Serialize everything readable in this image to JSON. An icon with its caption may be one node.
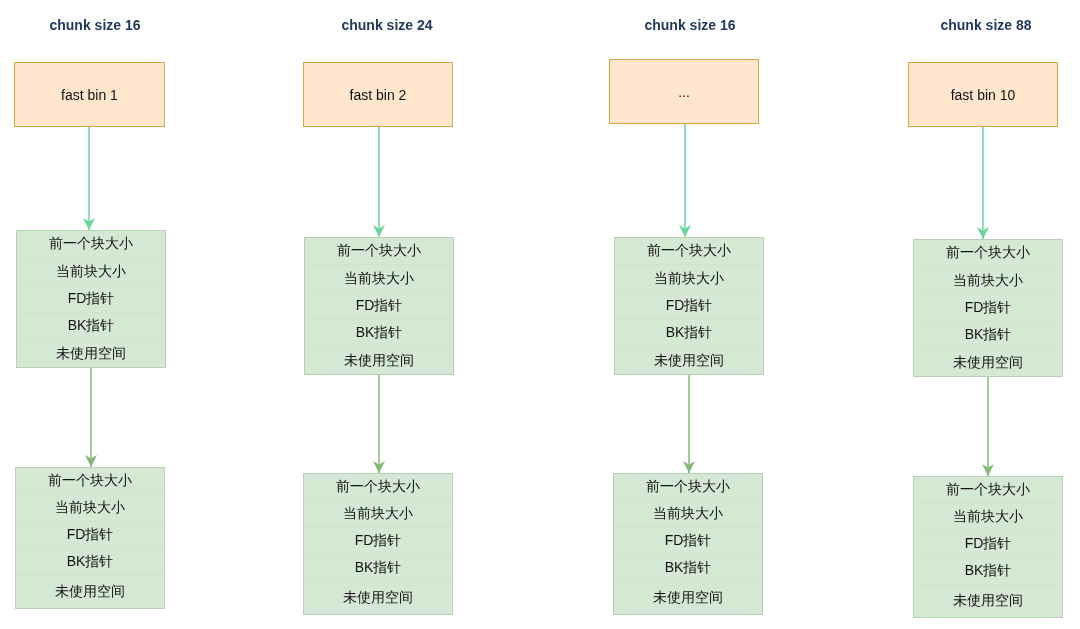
{
  "diagram": {
    "nodes": [
      {
        "text": [
          "fast bin 1"
        ],
        "beside": [
          "chunk size 16"
        ]
      },
      {
        "text": [
          "前一个块大小",
          "当前块大小",
          "FD指针",
          "BK指针",
          "未使用空间"
        ]
      },
      {
        "text": [
          "前一个块大小",
          "当前块大小",
          "FD指针",
          "BK指针",
          "未使用空间"
        ]
      },
      {
        "text": [
          "fast bin 2"
        ],
        "beside": [
          "chunk size 24"
        ]
      },
      {
        "text": [
          "前一个块大小",
          "当前块大小",
          "FD指针",
          "BK指针",
          "未使用空间"
        ]
      },
      {
        "text": [
          "前一个块大小",
          "当前块大小",
          "FD指针",
          "BK指针",
          "未使用空间"
        ]
      },
      {
        "text": [
          "..."
        ],
        "beside": [
          "chunk size 16"
        ]
      },
      {
        "text": [
          "前一个块大小",
          "当前块大小",
          "FD指针",
          "BK指针",
          "未使用空间"
        ]
      },
      {
        "text": [
          "前一个块大小",
          "当前块大小",
          "FD指针",
          "BK指针",
          "未使用空间"
        ]
      },
      {
        "text": [
          "fast bin 10"
        ],
        "beside": [
          "chunk size 88"
        ]
      },
      {
        "text": [
          "前一个块大小",
          "当前块大小",
          "FD指针",
          "BK指针",
          "未使用空间"
        ]
      },
      {
        "text": [
          "前一个块大小",
          "当前块大小",
          "FD指针",
          "BK指针",
          "未使用空间"
        ]
      }
    ],
    "edges": [
      {
        "from": 0,
        "to": 1,
        "arrow": "to",
        "color": "#6cd69a"
      },
      {
        "from": 1,
        "to": 2,
        "arrow": "to",
        "color": "#88b878"
      },
      {
        "from": 3,
        "to": 4,
        "arrow": "to",
        "color": "#6cd69a"
      },
      {
        "from": 4,
        "to": 5,
        "arrow": "to",
        "color": "#88b878"
      },
      {
        "from": 6,
        "to": 7,
        "arrow": "to",
        "color": "#6cd69a"
      },
      {
        "from": 7,
        "to": 8,
        "arrow": "to",
        "color": "#88b878"
      },
      {
        "from": 9,
        "to": 10,
        "arrow": "to",
        "color": "#6cd69a"
      },
      {
        "from": 10,
        "to": 11,
        "arrow": "to",
        "color": "#88b878"
      }
    ]
  }
}
